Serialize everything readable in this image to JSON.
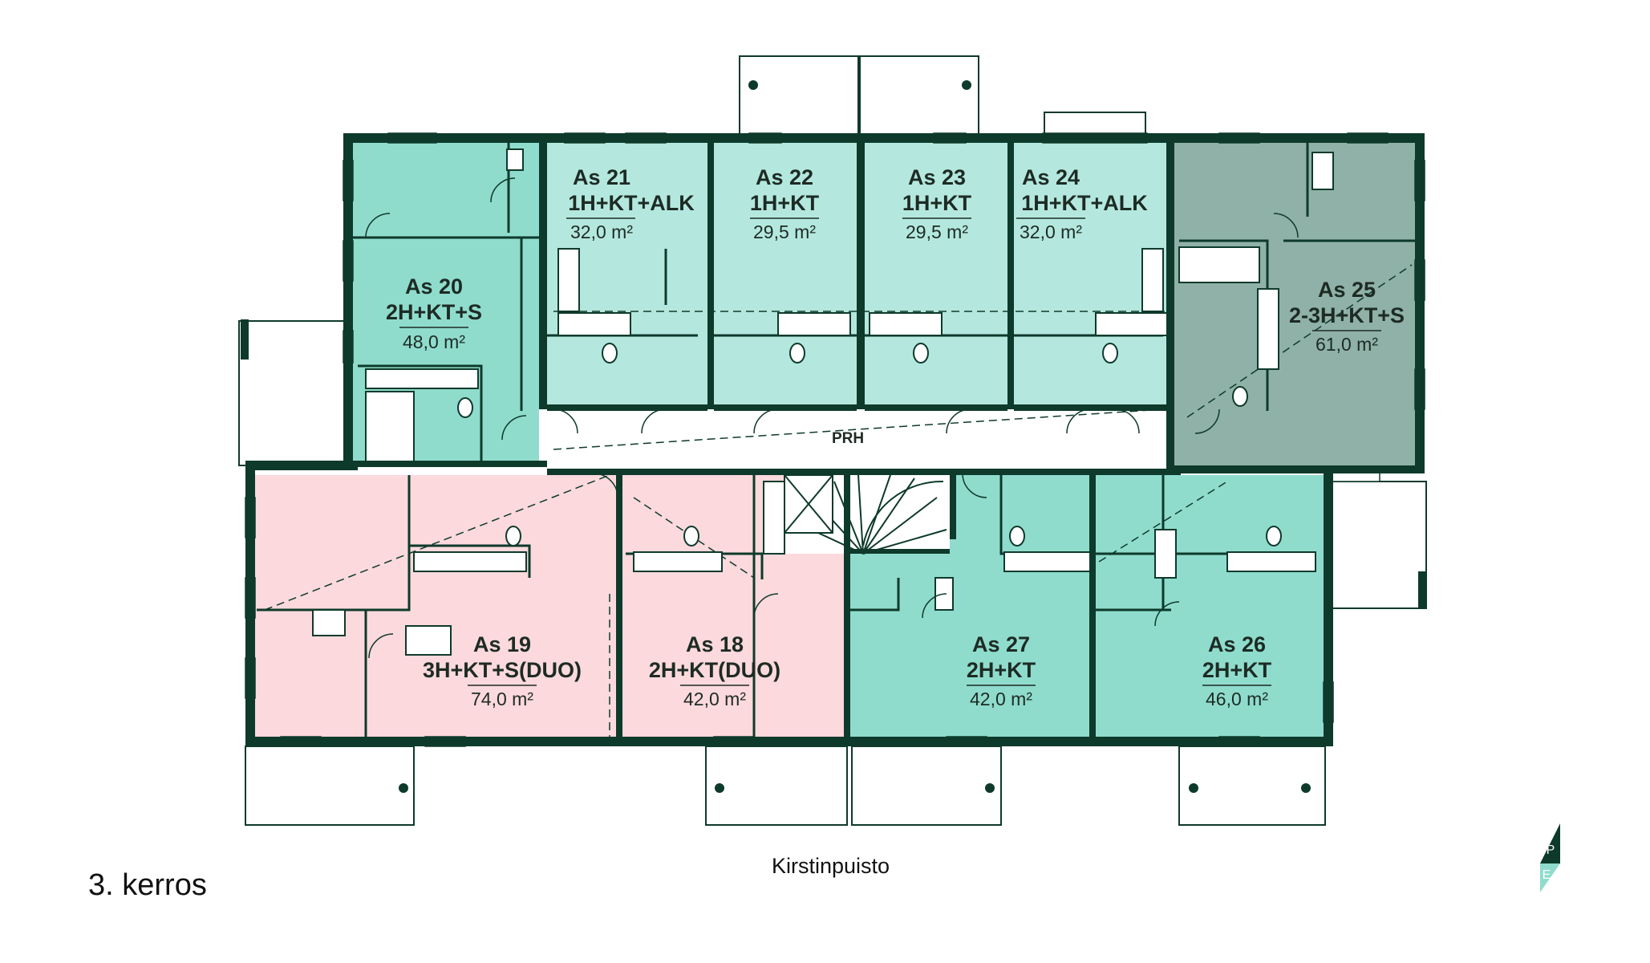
{
  "floor_label": "3. kerros",
  "street_label": "Kirstinpuisto",
  "corridor_label": "PRH",
  "logo": {
    "letters": [
      "P",
      "E"
    ],
    "name": "compass-logo-icon"
  },
  "colors": {
    "wall": "#0e3a2b",
    "teal": "#8fdccd",
    "teal_light": "#b4e8de",
    "grey_green": "#8fb1a7",
    "pink": "#fcd9dd",
    "corridor": "#ffffff",
    "fixture": "#ffffff"
  },
  "apartments": [
    {
      "id": "as20",
      "name": "As 20",
      "type": "2H+KT+S",
      "area": "48,0 m²",
      "color": "teal"
    },
    {
      "id": "as21",
      "name": "As 21",
      "type": "1H+KT+ALK",
      "area": "32,0 m²",
      "color": "teal_light"
    },
    {
      "id": "as22",
      "name": "As 22",
      "type": "1H+KT",
      "area": "29,5 m²",
      "color": "teal_light"
    },
    {
      "id": "as23",
      "name": "As 23",
      "type": "1H+KT",
      "area": "29,5 m²",
      "color": "teal_light"
    },
    {
      "id": "as24",
      "name": "As 24",
      "type": "1H+KT+ALK",
      "area": "32,0 m²",
      "color": "teal_light"
    },
    {
      "id": "as25",
      "name": "As 25",
      "type": "2-3H+KT+S",
      "area": "61,0 m²",
      "color": "grey_green"
    },
    {
      "id": "as19",
      "name": "As 19",
      "type": "3H+KT+S(DUO)",
      "area": "74,0 m²",
      "color": "pink"
    },
    {
      "id": "as18",
      "name": "As 18",
      "type": "2H+KT(DUO)",
      "area": "42,0 m²",
      "color": "pink"
    },
    {
      "id": "as27",
      "name": "As 27",
      "type": "2H+KT",
      "area": "42,0 m²",
      "color": "teal"
    },
    {
      "id": "as26",
      "name": "As 26",
      "type": "2H+KT",
      "area": "46,0 m²",
      "color": "teal"
    }
  ]
}
